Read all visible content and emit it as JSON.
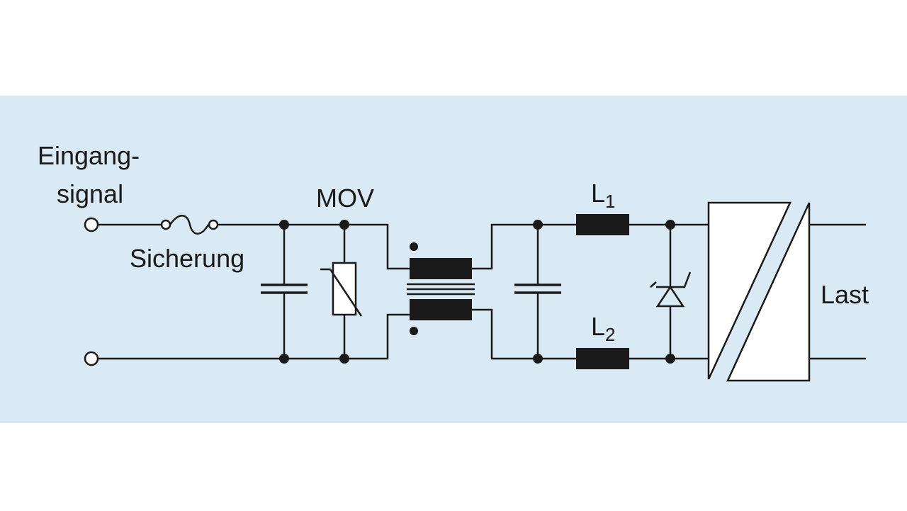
{
  "colors": {
    "panel_background": "#daeaf4",
    "page_background": "#ffffff",
    "ink": "#1a1a1a"
  },
  "labels": {
    "input_signal_line1": "Eingang-",
    "input_signal_line2": "signal",
    "fuse": "Sicherung",
    "mov": "MOV",
    "inductor1_letter": "L",
    "inductor1_sub": "1",
    "inductor2_letter": "L",
    "inductor2_sub": "2",
    "load": "Last"
  }
}
